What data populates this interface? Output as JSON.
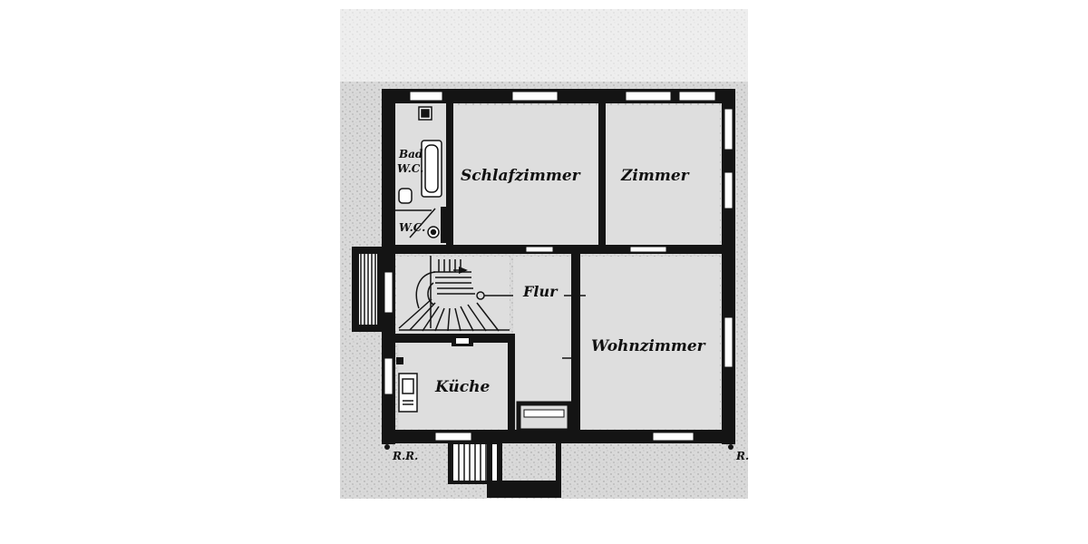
{
  "plan": {
    "rooms": {
      "schlafzimmer": "Schlafzimmer",
      "zimmer": "Zimmer",
      "flur": "Flur",
      "wohnzimmer": "Wohnzimmer",
      "kueche": "Küche"
    },
    "bath": {
      "bad": "Bad",
      "wc_upper": "W.C.",
      "wc_lower": "W.C."
    },
    "rain_pipe_left": "R.R.",
    "rain_pipe_right": "R."
  },
  "colors": {
    "wall": "#141414",
    "paper": "#d6d6d6",
    "room_fill": "#dddddd",
    "background": "#ffffff"
  }
}
